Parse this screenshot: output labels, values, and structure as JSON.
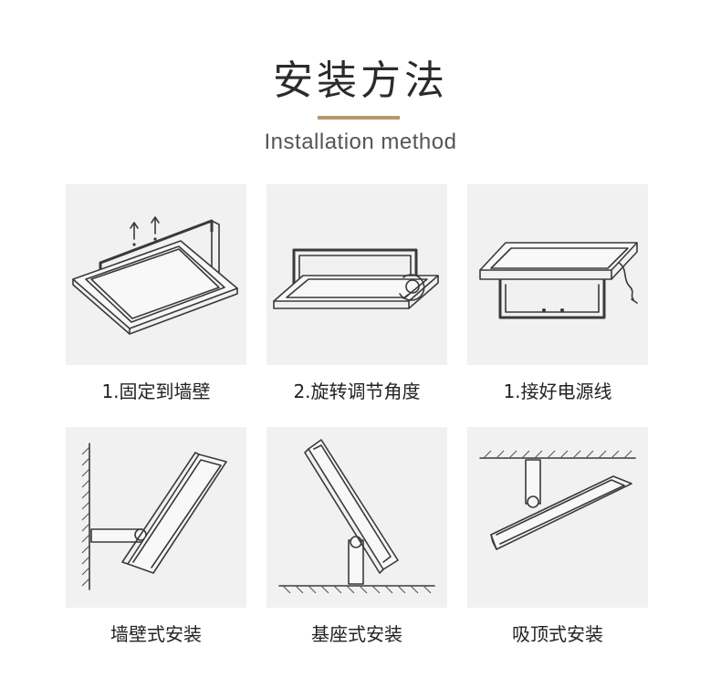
{
  "header": {
    "title": "安装方法",
    "subtitle": "Installation method"
  },
  "steps": [
    {
      "label": "1.固定到墙壁",
      "icon": "wall-bracket-mount-icon"
    },
    {
      "label": "2.旋转调节角度",
      "icon": "rotate-angle-adjust-icon"
    },
    {
      "label": "1.接好电源线",
      "icon": "power-cable-connect-icon"
    },
    {
      "label": "墙壁式安装",
      "icon": "wall-mounted-light-icon"
    },
    {
      "label": "基座式安装",
      "icon": "base-mounted-light-icon"
    },
    {
      "label": "吸顶式安装",
      "icon": "ceiling-mounted-light-icon"
    }
  ],
  "colors": {
    "accent": "#b6986b",
    "card_bg": "#f1f1f1",
    "line": "#3a3a3a"
  }
}
